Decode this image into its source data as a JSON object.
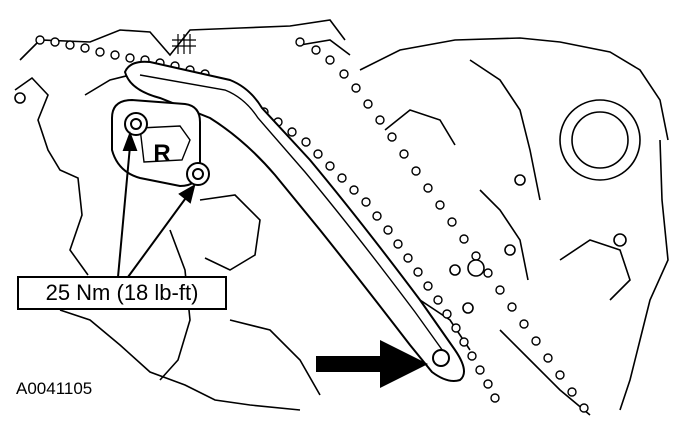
{
  "torque_callout": "25 Nm (18 lb-ft)",
  "figure_id": "A0041105",
  "tensioner_mark": "R"
}
